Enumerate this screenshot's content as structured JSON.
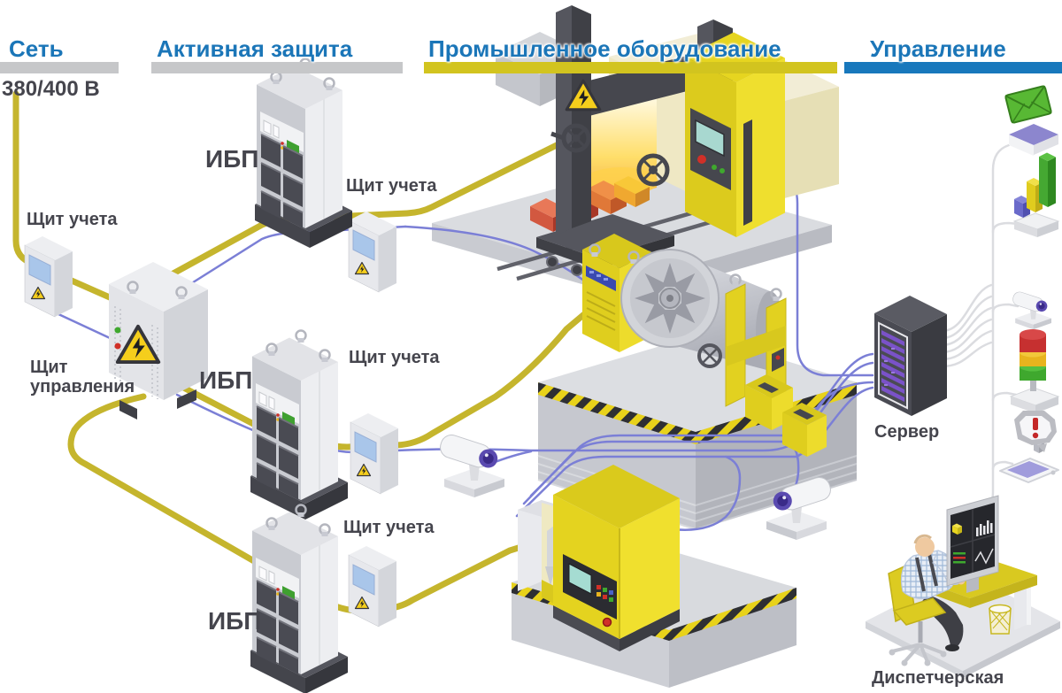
{
  "colors": {
    "header_blue": "#1B76B8",
    "bar_gray": "#C6C7C9",
    "bar_yellow": "#D2C41F",
    "bar_blue": "#1878BC",
    "label_dark": "#45454D",
    "power_yellow": "#C5B52D",
    "data_blue": "#7B7FD6",
    "control_gray": "#DBDCE0",
    "machine_yellow": "#E7D520",
    "hazard_yellow": "#E8D21A",
    "alert_red": "#C63030",
    "ok_green": "#45B230",
    "warn_amber": "#E8B41E",
    "server_purple": "#7A52C8",
    "platform_gray": "#D7D9DD",
    "screen_blue": "#A9C6EA",
    "pale_yellow": "#EFE8C4",
    "desk_yellow": "#D9C920"
  },
  "headers": [
    {
      "label": "Сеть"
    },
    {
      "label": "Активная защита"
    },
    {
      "label": "Промышленное оборудование"
    },
    {
      "label": "Управление"
    }
  ],
  "network": {
    "voltage_label": "380/400 В",
    "meter_panel_label": "Щит учета",
    "control_panel_label": "Щит управления"
  },
  "protection": {
    "ups_label": "ИБП",
    "meter_panel_label": "Щит учета"
  },
  "management": {
    "server_label": "Сервер",
    "dispatcher_label": "Диспетчерская",
    "icons": [
      "email-message",
      "bar-chart-report",
      "cctv-camera",
      "signal-beacon",
      "sms-alert"
    ]
  }
}
